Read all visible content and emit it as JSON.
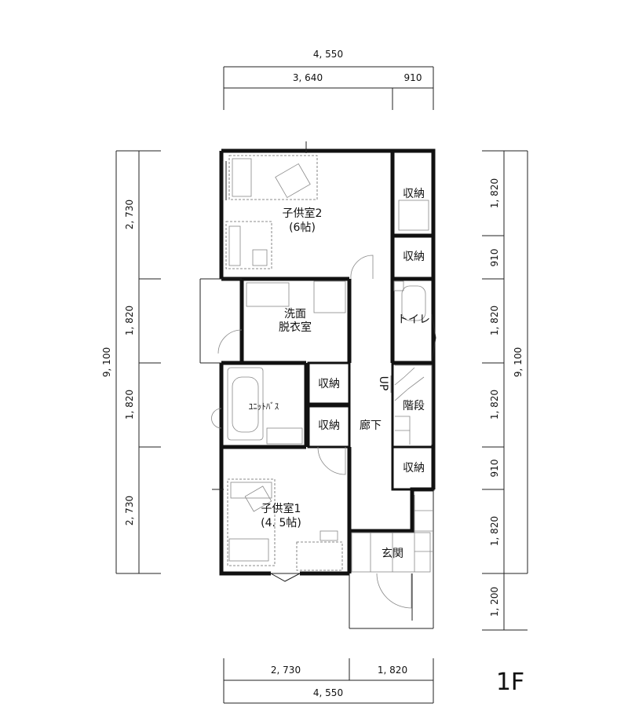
{
  "floor_label": "1F",
  "dimensions": {
    "top_total": "4, 550",
    "top_left": "3, 640",
    "top_right": "910",
    "bottom_left": "2, 730",
    "bottom_right": "1, 820",
    "bottom_total": "4, 550",
    "left_total": "9, 100",
    "left_segments": [
      "2, 730",
      "1, 820",
      "1, 820",
      "2, 730"
    ],
    "right_total": "9, 100",
    "right_segments": [
      "1, 820",
      "910",
      "1, 820",
      "1, 820",
      "910",
      "1, 820",
      "1, 200"
    ]
  },
  "rooms": {
    "child_room_2": {
      "name": "子供室2",
      "size": "(6帖)"
    },
    "storage_top_1": "収納",
    "storage_top_2": "収納",
    "washroom": {
      "line1": "洗面",
      "line2": "脱衣室"
    },
    "toilet": "トイレ",
    "unit_bath": "ﾕﾆｯﾄﾊﾞｽ",
    "storage_mid_1": "収納",
    "storage_mid_2": "収納",
    "up_label": "UP",
    "stairs": "階段",
    "hallway": "廊下",
    "storage_bottom": "収納",
    "child_room_1": {
      "name": "子供室1",
      "size": "(4. 5帖)"
    },
    "entrance": "玄関"
  }
}
